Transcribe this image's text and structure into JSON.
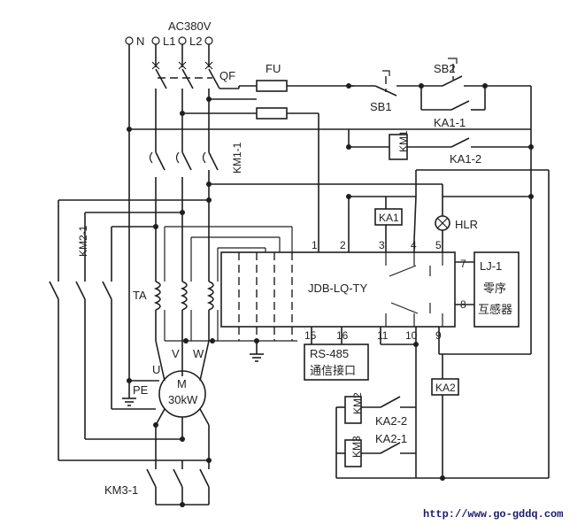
{
  "supply": {
    "title": "AC380V",
    "n": "N",
    "l1": "L1",
    "l2": "L2",
    "breaker": "QF",
    "fuse": "FU"
  },
  "control": {
    "sb1": "SB1",
    "sb2": "SB2",
    "km1_coil": "KM1",
    "ka1_1": "KA1-1",
    "ka1_2": "KA1-2",
    "ka1_coil": "KA1",
    "hlr": "HLR",
    "ka2_coil": "KA2",
    "km2_coil": "KM2",
    "km3_coil": "KM3",
    "ka2_2": "KA2-2",
    "ka2_1": "KA2-1"
  },
  "power": {
    "km1_1": "KM1-1",
    "km2_1": "KM2-1",
    "km3_1": "KM3-1",
    "ta": "TA",
    "u": "U",
    "v": "V",
    "w": "W",
    "pe": "PE",
    "motor_m": "M",
    "motor_rating": "30kW"
  },
  "relay": {
    "name": "JDB-LQ-TY",
    "top_pins": [
      "1",
      "2",
      "3",
      "4",
      "5"
    ],
    "bottom_pins": [
      "15",
      "16",
      "11",
      "10",
      "9"
    ],
    "side_pins": [
      "7",
      "8"
    ],
    "rs485_line1": "RS-485",
    "rs485_line2": "通信接口"
  },
  "sensor": {
    "name": "LJ-1",
    "line2": "零序",
    "line3": "互感器"
  },
  "watermark": "http://www.go-gddq.com"
}
